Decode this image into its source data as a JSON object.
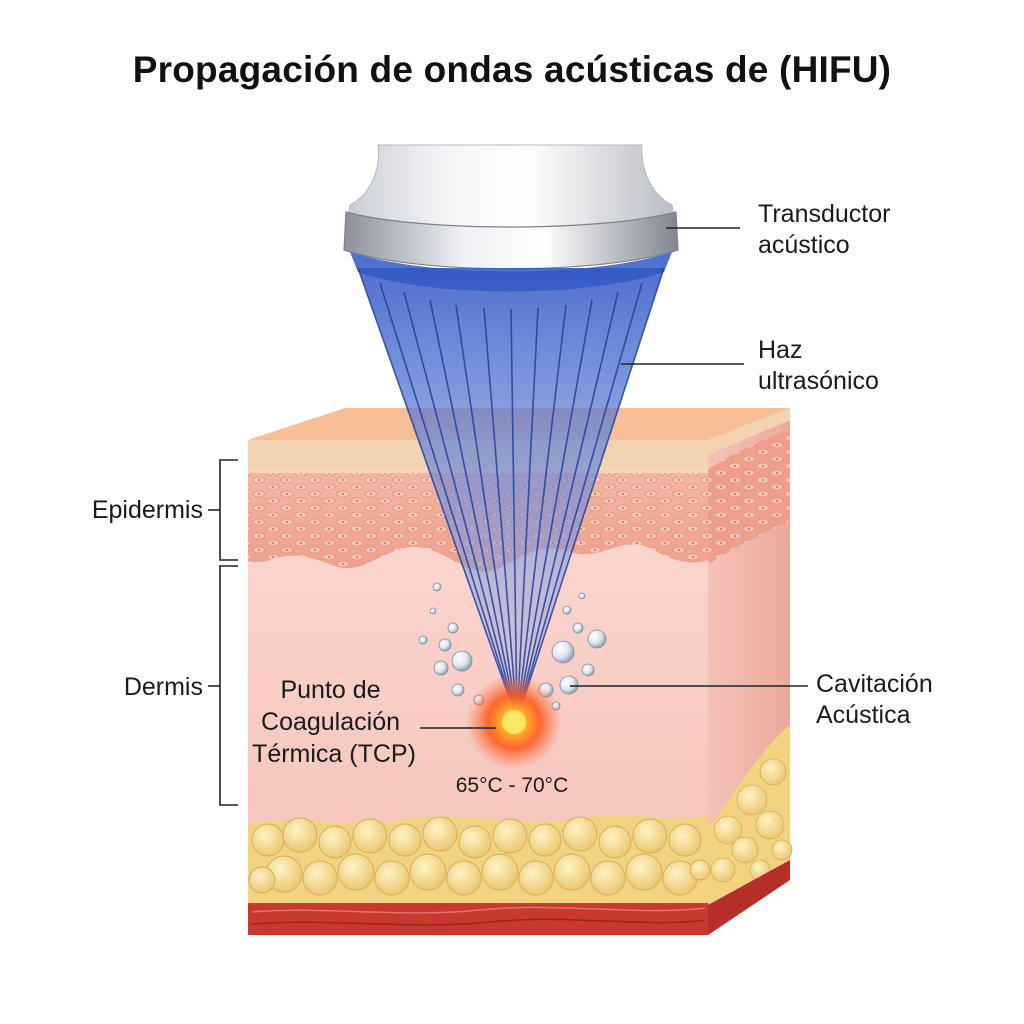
{
  "title": "Propagación de ondas acústicas de (HIFU)",
  "labels": {
    "transducer": [
      "Transductor",
      "acústico"
    ],
    "beam": [
      "Haz",
      "ultrasónico"
    ],
    "epidermis": "Epidermis",
    "dermis": "Dermis",
    "tcp": [
      "Punto de",
      "Coagulación",
      "Térmica (TCP)"
    ],
    "temperature": "65°C - 70°C",
    "cavitation": [
      "Cavitación",
      "Acústica"
    ]
  },
  "colors": {
    "title": "#111111",
    "beam": "#3a5fc8",
    "epidermis": "#f0b2a0",
    "dermis": "#f8cfc8",
    "fat": "#f5dc8e",
    "muscle": "#c8382e",
    "focal_point": "#ff5a1f"
  }
}
